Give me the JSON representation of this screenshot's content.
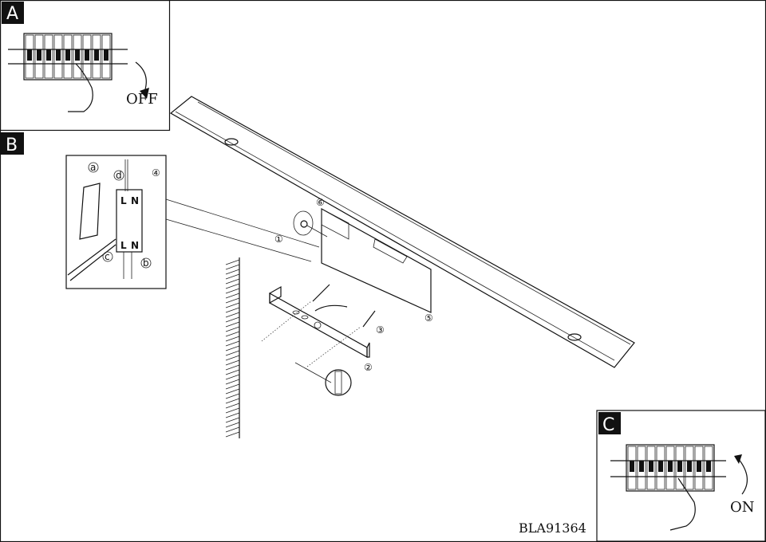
{
  "panels": {
    "a": {
      "label": "A",
      "action": "OFF"
    },
    "b": {
      "label": "B"
    },
    "c": {
      "label": "C",
      "action": "ON"
    }
  },
  "steps": [
    "①",
    "②",
    "③",
    "④",
    "⑤",
    "⑥"
  ],
  "inset": {
    "step": "④",
    "letters": [
      "a",
      "b",
      "c",
      "d"
    ],
    "terminals": [
      "L",
      "N"
    ]
  },
  "model_code": "BLA91364"
}
